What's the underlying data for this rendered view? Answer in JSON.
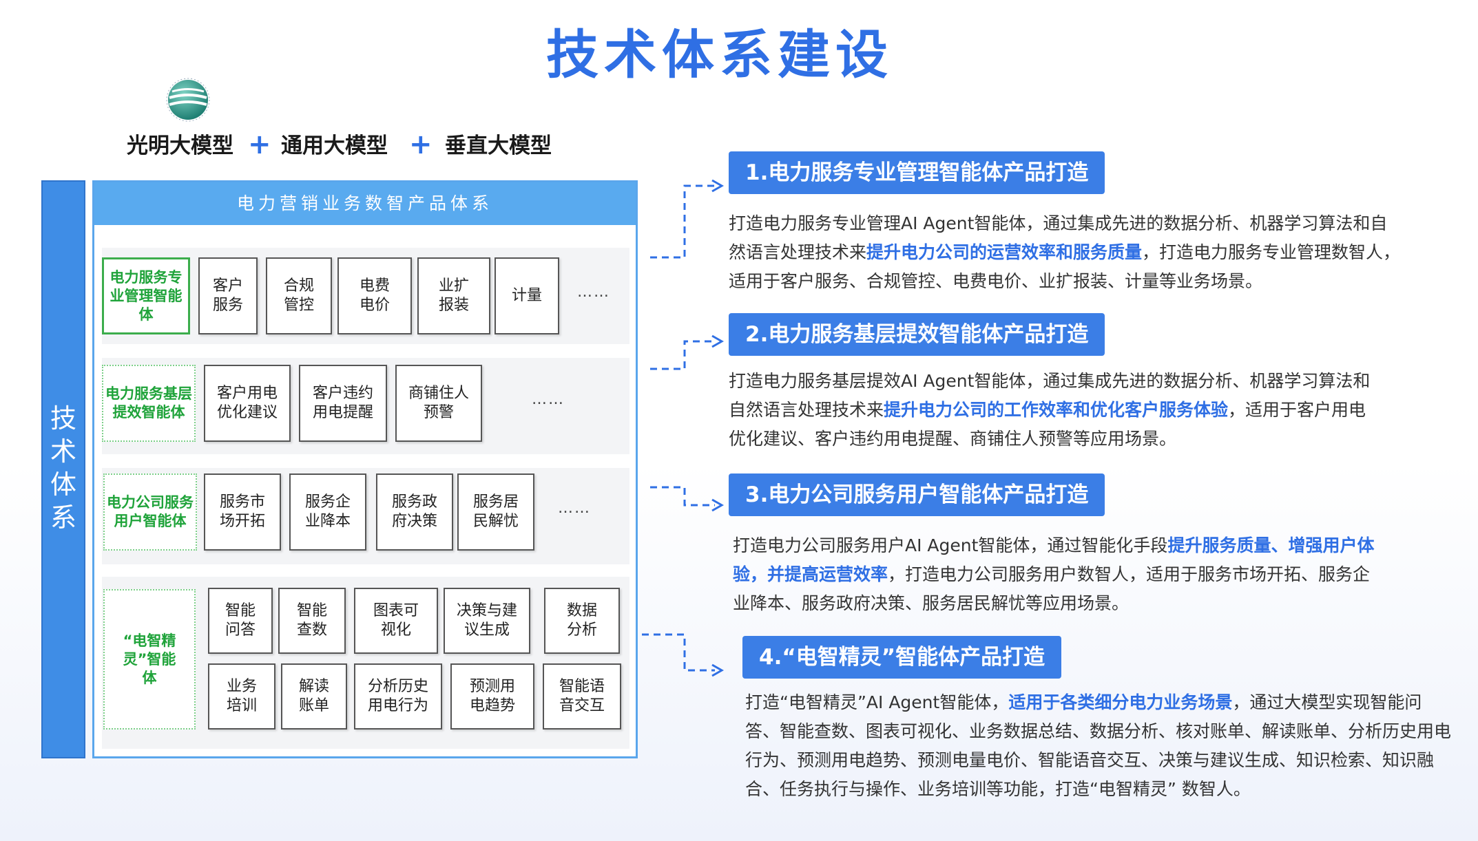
{
  "title": "技术体系建设",
  "models": {
    "m1": "光明大模型",
    "plus": "+",
    "m2": "通用大模型",
    "m3": "垂直大模型"
  },
  "diagram": {
    "side_label": "技术体系",
    "header": "电力营销业务数智产品体系",
    "ellipsis": "……",
    "rows": [
      {
        "label": "电力服务专业管理智能体",
        "items": [
          "客户服务",
          "合规管控",
          "电费电价",
          "业扩报装",
          "计量"
        ]
      },
      {
        "label": "电力服务基层提效智能体",
        "items": [
          "客户用电优化建议",
          "客户违约用电提醒",
          "商铺住人预警"
        ]
      },
      {
        "label": "电力公司服务用户智能体",
        "items": [
          "服务市场开拓",
          "服务企业降本",
          "服务政府决策",
          "服务居民解忧"
        ]
      },
      {
        "label": "“电智精灵”智能体",
        "items": [
          "智能问答",
          "智能查数",
          "图表可视化",
          "决策与建议生成",
          "数据分析",
          "业务培训",
          "解读账单",
          "分析历史用电行为",
          "预测用电趋势",
          "智能语音交互"
        ]
      }
    ]
  },
  "sections": [
    {
      "heading": "1.电力服务专业管理智能体产品打造",
      "pre": "打造电力服务专业管理AI Agent智能体，通过集成先进的数据分析、机器学习算法和自然语言处理技术来",
      "highlight": "提升电力公司的运营效率和服务质量",
      "post": "，打造电力服务专业管理数智人，适用于客户服务、合规管控、电费电价、业扩报装、计量等业务场景。"
    },
    {
      "heading": "2.电力服务基层提效智能体产品打造",
      "pre": "打造电力服务基层提效AI Agent智能体，通过集成先进的数据分析、机器学习算法和自然语言处理技术来",
      "highlight": "提升电力公司的工作效率和优化客户服务体验",
      "post": "，适用于客户用电优化建议、客户违约用电提醒、商铺住人预警等应用场景。"
    },
    {
      "heading": "3.电力公司服务用户智能体产品打造",
      "pre": "打造电力公司服务用户AI Agent智能体，通过智能化手段",
      "highlight": "提升服务质量、增强用户体验，并提高运营效率",
      "post": "，打造电力公司服务用户数智人，适用于服务市场开拓、服务企业降本、服务政府决策、服务居民解忧等应用场景。"
    },
    {
      "heading": "4.“电智精灵”智能体产品打造",
      "pre": "打造“电智精灵”AI Agent智能体，",
      "highlight": "适用于各类细分电力业务场景",
      "post": "，通过大模型实现智能问答、智能查数、图表可视化、业务数据总结、数据分析、核对账单、解读账单、分析历史用电行为、预测用电趋势、预测电量电价、智能语音交互、决策与建议生成、知识检索、知识融合、任务执行与操作、业务培训等功能，打造“电智精灵” 数智人。"
    }
  ],
  "colors": {
    "accent": "#2f6fe4",
    "pill": "#3b7ee6",
    "green": "#3cad4c",
    "bar": "#3f8de6"
  },
  "icons": {
    "logo": "globe-logo-icon"
  }
}
